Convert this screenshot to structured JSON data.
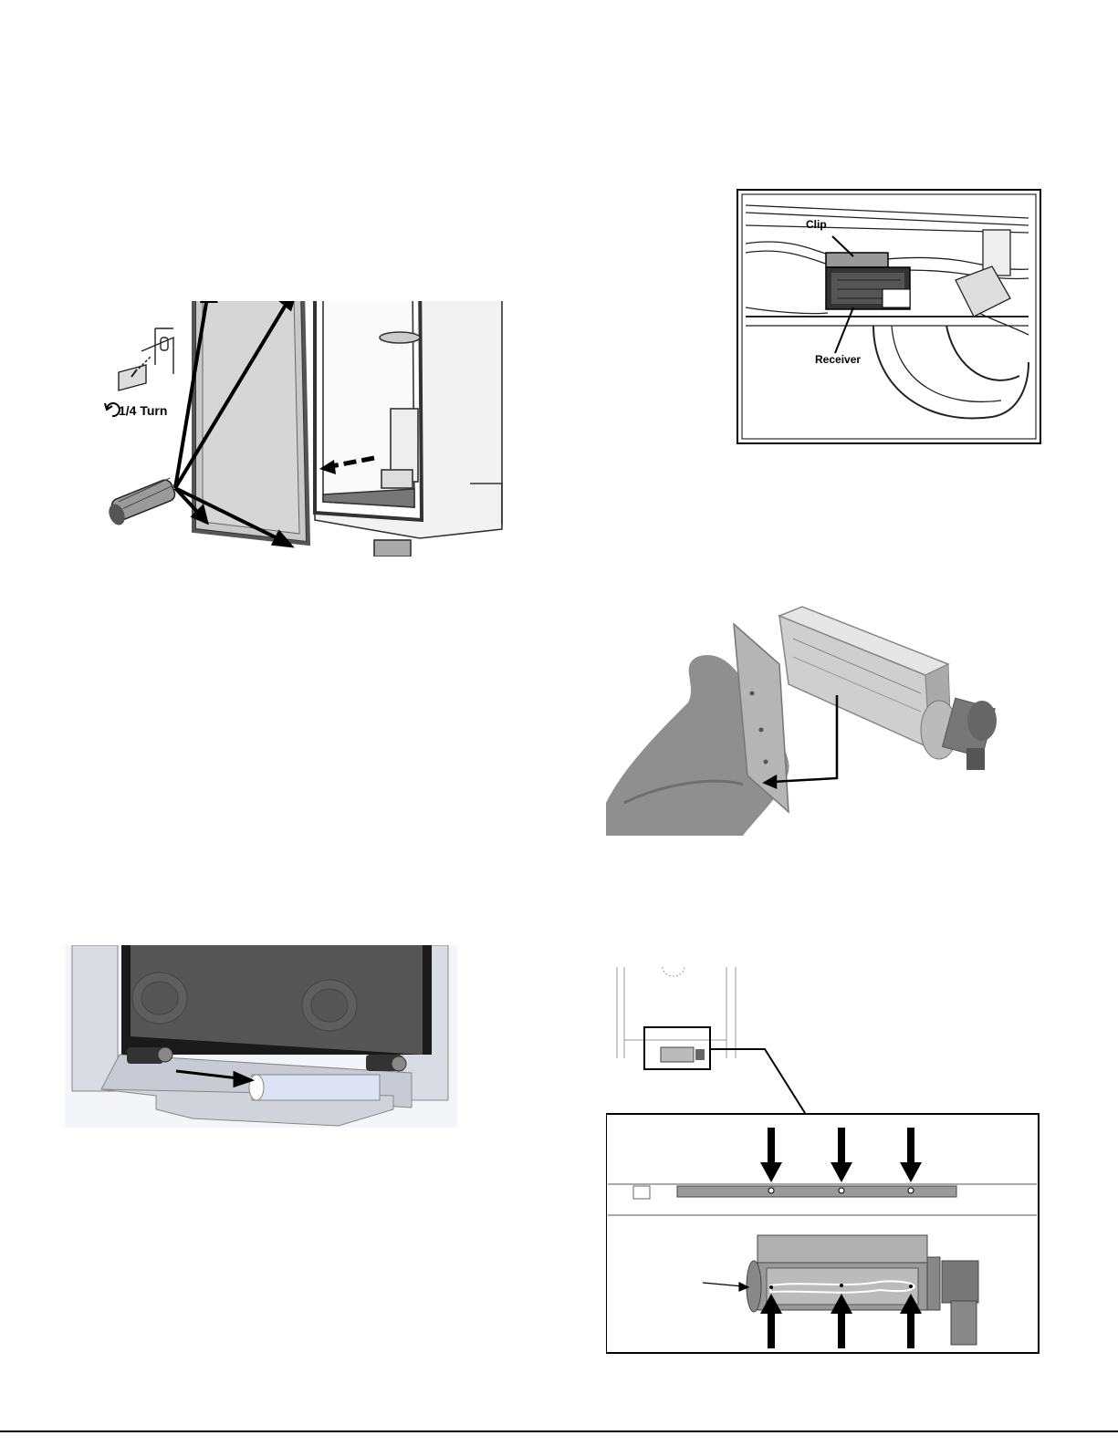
{
  "figures": {
    "glass_removal": {
      "turn_label": "1/4 Turn"
    },
    "receiver": {
      "clip_label": "Clip",
      "receiver_label": "Receiver"
    }
  }
}
